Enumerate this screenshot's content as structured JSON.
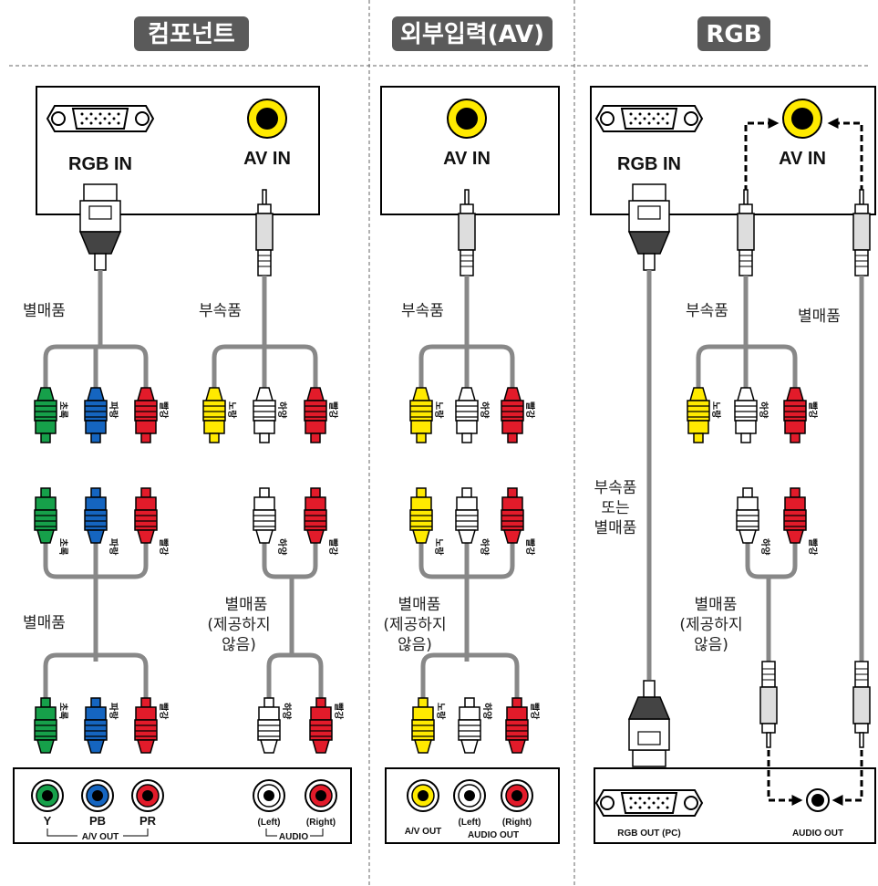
{
  "headers": {
    "component": "컴포넌트",
    "av": "외부입력(AV)",
    "rgb": "RGB"
  },
  "ports": {
    "rgb_in": "RGB IN",
    "av_in": "AV IN",
    "rgb_out": "RGB OUT (PC)",
    "audio_out": "AUDIO OUT",
    "av_out": "A/V OUT"
  },
  "labels": {
    "separate": "별매품",
    "accessory": "부속품",
    "not_supplied_1": "별매품",
    "not_supplied_2": "(제공하지",
    "not_supplied_3": "않음)",
    "acc_or_sep_1": "부속품",
    "acc_or_sep_2": "또는",
    "acc_or_sep_3": "별매품"
  },
  "colors": {
    "green": "초록",
    "blue": "파랑",
    "red": "빨강",
    "yellow": "노랑",
    "white": "하양"
  },
  "jack_labels": {
    "y": "Y",
    "pb": "PB",
    "pr": "PR",
    "av_out_bracket": "A/V OUT",
    "left": "(Left)",
    "right": "(Right)",
    "audio": "AUDIO",
    "audio_out_bracket": "AUDIO OUT"
  },
  "palette": {
    "green": "#16a04a",
    "blue": "#1565c0",
    "red": "#e21b2a",
    "yellow": "#ffea00",
    "white": "#ffffff",
    "gray": "#808080",
    "header": "#5a5a5a"
  }
}
